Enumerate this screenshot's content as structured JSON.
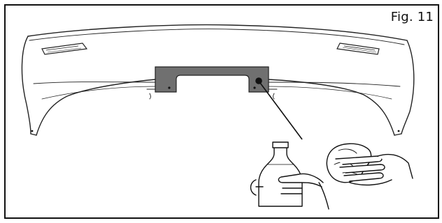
{
  "figure": {
    "label": "Fig. 11"
  },
  "colors": {
    "line": "#111111",
    "panel_fill": "#707070",
    "background": "#ffffff"
  },
  "illustration": {
    "parts": [
      "bumper",
      "license-plate-recess",
      "cleaner-bottle",
      "hand-with-cloth"
    ],
    "callout_marker": "dot"
  }
}
